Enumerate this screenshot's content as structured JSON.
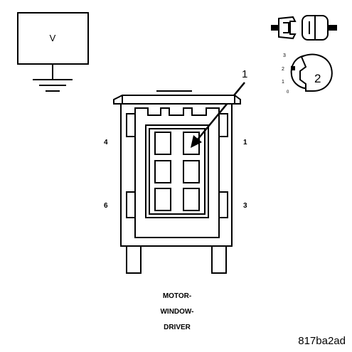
{
  "meter": {
    "label": "V"
  },
  "callout": {
    "number": "1"
  },
  "pins": {
    "top_left": "4",
    "top_right": "1",
    "bottom_left": "6",
    "bottom_right": "3"
  },
  "switch": {
    "number": "2",
    "positions": [
      "3",
      "2",
      "1",
      "0"
    ]
  },
  "component": {
    "name_lines": [
      "MOTOR-",
      "WINDOW-",
      "DRIVER"
    ]
  },
  "figure_id": "817ba2ad"
}
